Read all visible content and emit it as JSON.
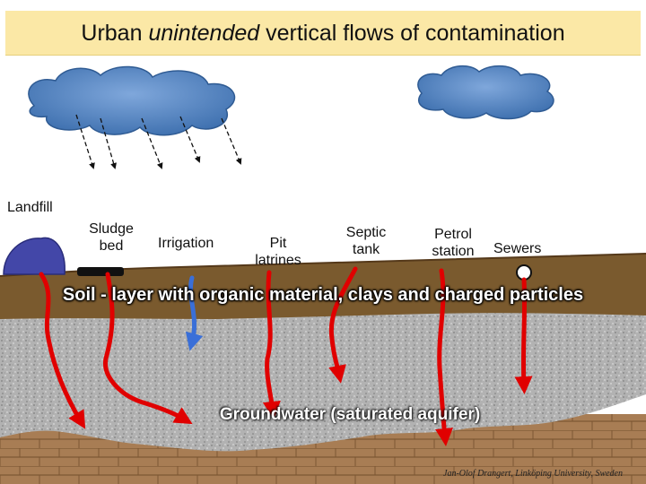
{
  "title": {
    "before": "Urban ",
    "emphasis": "unintended",
    "after": " vertical flows of contamination"
  },
  "sources": {
    "landfill": "Landfill",
    "sludge_bed_line1": "Sludge",
    "sludge_bed_line2": "bed",
    "irrigation": "Irrigation",
    "pit_latrines_line1": "Pit",
    "pit_latrines_line2": "latrines",
    "septic_tank_line1": "Septic",
    "septic_tank_line2": "tank",
    "petrol_station_line1": "Petrol",
    "petrol_station_line2": "station",
    "sewers": "Sewers"
  },
  "soil_layer": "Soil - layer with organic material, clays and charged particles",
  "groundwater": "Groundwater (saturated aquifer)",
  "credit": "Jan-Olof Drangert, Linköping University, Sweden",
  "colors": {
    "title_bg": "#fbe8a6",
    "cloud": "#4f83c2",
    "soil": "#7a5a2e",
    "rock": "#b4b4b4",
    "aquifer": "#a67e56",
    "contaminant_arrow": "#e00000",
    "irrigation_arrow": "#3a6fd8",
    "landfill": "#4347a8"
  }
}
